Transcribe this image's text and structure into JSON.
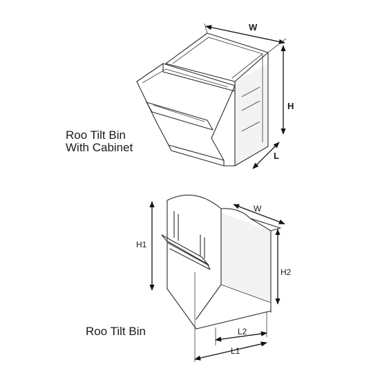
{
  "top_figure": {
    "caption_line1": "Roo Tilt Bin",
    "caption_line2": "With Cabinet",
    "dim_width": "W",
    "dim_height": "H",
    "dim_length": "L"
  },
  "bottom_figure": {
    "caption": "Roo Tilt Bin",
    "dim_width": "W",
    "dim_height1": "H1",
    "dim_height2": "H2",
    "dim_length1": "L1",
    "dim_length2": "L2"
  },
  "colors": {
    "line": "#2a2a2a",
    "background": "#ffffff"
  }
}
